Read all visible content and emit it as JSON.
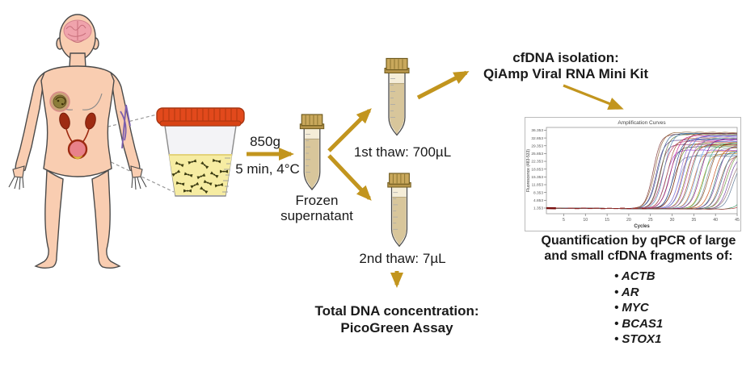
{
  "labels": {
    "centrifuge_force": "850g",
    "centrifuge_time": "5 min, 4°C",
    "frozen_line1": "Frozen",
    "frozen_line2": "supernatant",
    "thaw1": "1st thaw: 700µL",
    "thaw2": "2nd thaw: 7µL",
    "isolation_line1": "cfDNA isolation:",
    "isolation_line2": "QiAmp Viral RNA Mini Kit",
    "quant_line1": "Quantification by qPCR of large",
    "quant_line2": "and small cfDNA fragments of:",
    "total_line1": "Total DNA concentration:",
    "total_line2": "PicoGreen Assay",
    "bullet": "•"
  },
  "genes": [
    "ACTB",
    "AR",
    "MYC",
    "BCAS1",
    "STOX1"
  ],
  "colors": {
    "arrow": "#C2951E",
    "text": "#1A1A1A",
    "cup_lid": "#E2491C",
    "urine": "#F6ECA2",
    "skin": "#F9CDB1",
    "tube_cap": "#C9A85C",
    "tube_liquid": "#D8C69B",
    "dna_fragment": "#3E3E12",
    "organ_red": "#9E2B12",
    "vein_purple": "#7B5EAD"
  },
  "cup": {
    "dna_marks": [
      [
        30,
        80,
        20
      ],
      [
        46,
        77,
        -15
      ],
      [
        61,
        81,
        40
      ],
      [
        76,
        76,
        10
      ],
      [
        26,
        91,
        -30
      ],
      [
        41,
        93,
        15
      ],
      [
        57,
        95,
        -20
      ],
      [
        73,
        93,
        30
      ],
      [
        85,
        89,
        0
      ],
      [
        31,
        104,
        10
      ],
      [
        49,
        106,
        -25
      ],
      [
        65,
        103,
        20
      ],
      [
        79,
        106,
        -10
      ],
      [
        40,
        113,
        0
      ],
      [
        60,
        112,
        35
      ]
    ]
  },
  "chart_data": {
    "type": "line",
    "title": "Amplification Curves",
    "xlabel": "Cycles",
    "ylabel": "Fluorescence (483-533)",
    "xlim": [
      1,
      45
    ],
    "ylim": [
      -1.2,
      37.6
    ],
    "xticks": [
      5,
      10,
      15,
      20,
      25,
      30,
      35,
      40,
      45
    ],
    "yticks": [
      "36.353",
      "32.853",
      "29.353",
      "25.853",
      "22.353",
      "18.853",
      "15.353",
      "11.853",
      "8.353",
      "4.853",
      "1.353"
    ],
    "grid": false,
    "legend": false,
    "baseline": {
      "start": 1.35,
      "drift_per_cycle": -0.012,
      "noise_color": "#7A1010"
    },
    "noise_dashes": [
      [
        6,
        0.12
      ],
      [
        7.5,
        -0.1
      ],
      [
        9,
        0.15
      ],
      [
        10.5,
        -0.05
      ],
      [
        12,
        0.1
      ],
      [
        13.5,
        -0.12
      ],
      [
        15,
        0.06
      ],
      [
        16.5,
        -0.08
      ],
      [
        18,
        0.12
      ],
      [
        19.5,
        -0.06
      ],
      [
        21,
        0.09
      ],
      [
        23,
        -0.1
      ]
    ],
    "model": "y(x) = baseline(x) + amplitude / (1 + exp(-k*(x - ct)))",
    "series": [
      {
        "ct": 25.6,
        "amplitude": 33.5,
        "k": 1.15,
        "color": "#7A2E2E"
      },
      {
        "ct": 26.0,
        "amplitude": 34.5,
        "k": 1.05,
        "color": "#8B5A2B"
      },
      {
        "ct": 26.3,
        "amplitude": 31.0,
        "k": 1.1,
        "color": "#5B3A8B"
      },
      {
        "ct": 26.7,
        "amplitude": 34.0,
        "k": 1.0,
        "color": "#2E5B8B"
      },
      {
        "ct": 27.0,
        "amplitude": 29.0,
        "k": 1.15,
        "color": "#8B2E5B"
      },
      {
        "ct": 27.4,
        "amplitude": 33.5,
        "k": 1.05,
        "color": "#556B2F"
      },
      {
        "ct": 27.8,
        "amplitude": 30.5,
        "k": 0.95,
        "color": "#B03060"
      },
      {
        "ct": 28.1,
        "amplitude": 34.0,
        "k": 1.05,
        "color": "#4682B4"
      },
      {
        "ct": 28.5,
        "amplitude": 26.5,
        "k": 1.1,
        "color": "#9932CC"
      },
      {
        "ct": 28.9,
        "amplitude": 32.0,
        "k": 1.0,
        "color": "#A0522D"
      },
      {
        "ct": 29.3,
        "amplitude": 28.0,
        "k": 1.05,
        "color": "#2F4F4F"
      },
      {
        "ct": 29.7,
        "amplitude": 33.0,
        "k": 0.95,
        "color": "#C71585"
      },
      {
        "ct": 30.0,
        "amplitude": 23.8,
        "k": 1.05,
        "color": "#708090"
      },
      {
        "ct": 30.4,
        "amplitude": 31.5,
        "k": 1.05,
        "color": "#1F3B8B"
      },
      {
        "ct": 30.8,
        "amplitude": 29.5,
        "k": 1.0,
        "color": "#6B8E23"
      },
      {
        "ct": 31.1,
        "amplitude": 34.0,
        "k": 0.95,
        "color": "#8B1A1A"
      },
      {
        "ct": 31.5,
        "amplitude": 24.5,
        "k": 1.05,
        "color": "#7FB2D8"
      },
      {
        "ct": 31.9,
        "amplitude": 32.5,
        "k": 1.0,
        "color": "#9370DB"
      },
      {
        "ct": 32.3,
        "amplitude": 30.0,
        "k": 1.05,
        "color": "#CD5C5C"
      },
      {
        "ct": 32.7,
        "amplitude": 33.0,
        "k": 0.95,
        "color": "#4169E1"
      },
      {
        "ct": 33.1,
        "amplitude": 28.5,
        "k": 1.05,
        "color": "#808000"
      },
      {
        "ct": 33.5,
        "amplitude": 31.0,
        "k": 1.0,
        "color": "#BA55D3"
      },
      {
        "ct": 34.0,
        "amplitude": 29.0,
        "k": 1.05,
        "color": "#A52A2A"
      },
      {
        "ct": 34.5,
        "amplitude": 32.0,
        "k": 0.95,
        "color": "#5F9EA0"
      },
      {
        "ct": 35.0,
        "amplitude": 26.0,
        "k": 1.05,
        "color": "#D2691E"
      },
      {
        "ct": 35.5,
        "amplitude": 30.5,
        "k": 1.0,
        "color": "#6495ED"
      },
      {
        "ct": 36.0,
        "amplitude": 28.0,
        "k": 1.05,
        "color": "#8FBC8F"
      },
      {
        "ct": 36.5,
        "amplitude": 31.5,
        "k": 0.95,
        "color": "#800080"
      },
      {
        "ct": 37.0,
        "amplitude": 25.0,
        "k": 1.05,
        "color": "#B8860B"
      },
      {
        "ct": 37.5,
        "amplitude": 29.5,
        "k": 1.0,
        "color": "#3CB371"
      },
      {
        "ct": 38.0,
        "amplitude": 27.5,
        "k": 1.05,
        "color": "#778899"
      },
      {
        "ct": 38.5,
        "amplitude": 30.0,
        "k": 0.95,
        "color": "#8B4513"
      },
      {
        "ct": 39.5,
        "amplitude": 28.0,
        "k": 0.95,
        "color": "#C04000"
      },
      {
        "ct": 40.0,
        "amplitude": 26.0,
        "k": 1.05,
        "color": "#1E6B6B"
      },
      {
        "ct": 40.5,
        "amplitude": 29.0,
        "k": 0.95,
        "color": "#7B3FA0"
      },
      {
        "ct": 41.0,
        "amplitude": 24.0,
        "k": 1.05,
        "color": "#996633"
      },
      {
        "ct": 41.5,
        "amplitude": 27.0,
        "k": 0.95,
        "color": "#336699"
      },
      {
        "ct": 42.0,
        "amplitude": 25.0,
        "k": 1.05,
        "color": "#993366"
      },
      {
        "ct": 42.5,
        "amplitude": 26.0,
        "k": 0.95,
        "color": "#669933"
      },
      {
        "ct": 43.0,
        "amplitude": 24.0,
        "k": 1.05,
        "color": "#663399"
      },
      {
        "ct": 43.5,
        "amplitude": 23.0,
        "k": 0.95,
        "color": "#8B6969"
      },
      {
        "ct": 44.0,
        "amplitude": 22.0,
        "k": 1.05,
        "color": "#4F6B8B"
      },
      {
        "ct": 47.0,
        "amplitude": 18.0,
        "k": 1.0,
        "color": "#2E8B57"
      },
      {
        "ct": 48.0,
        "amplitude": 20.0,
        "k": 1.0,
        "color": "#A52A2A"
      }
    ]
  }
}
